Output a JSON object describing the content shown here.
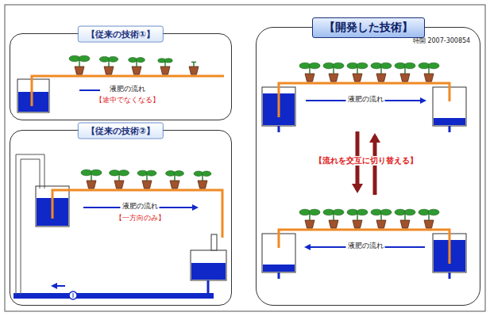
{
  "diagram": {
    "nodes": [
      {
        "text": [
          "【従来の技術①】"
        ]
      },
      {
        "text": [
          "【従来の技術②】"
        ]
      },
      {
        "text": [
          "【開発した技術】"
        ]
      }
    ],
    "labels": [
      "液肥の流れ",
      "【途中でなくなる】",
      "液肥の流れ",
      "【一方向のみ】",
      "特開 2007-300854",
      "液肥の流れ",
      "【流れを交互に切り替える】",
      "液肥の流れ"
    ]
  }
}
